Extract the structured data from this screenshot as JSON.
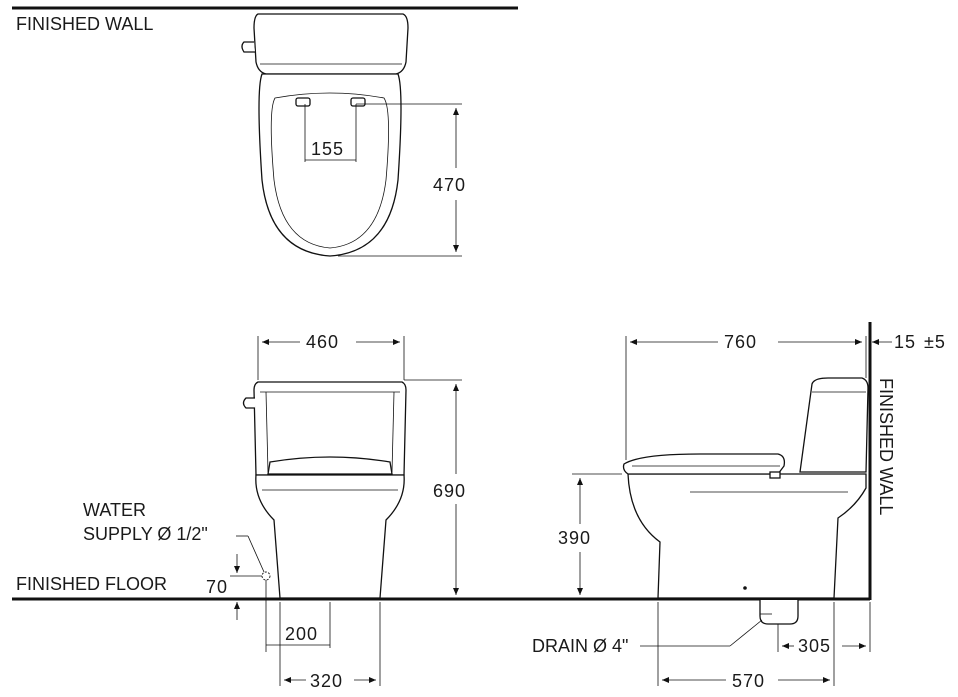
{
  "labels": {
    "finished_wall_top": "FINISHED WALL",
    "finished_wall_side": "FINISHED WALL",
    "finished_floor": "FINISHED FLOOR",
    "water_line1": "WATER",
    "water_line2": "SUPPLY Ø 1/2\"",
    "drain": "DRAIN Ø 4\""
  },
  "dimensions": {
    "seat_hinge_spacing": "155",
    "bowl_depth": "470",
    "tank_width": "460",
    "overall_height": "690",
    "water_supply_height": "70",
    "water_supply_offset": "200",
    "base_width": "320",
    "overall_length": "760",
    "wall_gap": "15",
    "wall_gap_tolerance": "±5",
    "seat_height": "390",
    "drain_offset": "305",
    "base_length": "570"
  }
}
